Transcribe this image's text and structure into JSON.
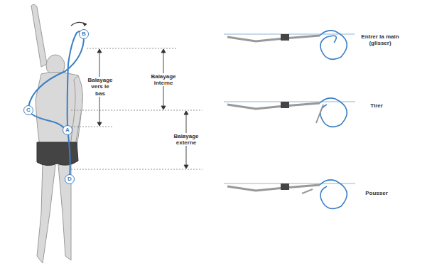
{
  "diagram": {
    "nodes": [
      {
        "text": [
          "B"
        ]
      },
      {
        "text": [
          "C"
        ]
      },
      {
        "text": [
          "A"
        ]
      },
      {
        "text": [
          "D"
        ]
      }
    ],
    "labels": [
      "Balayage vers le bas",
      "Balayage interne",
      "Balayage externe",
      "Entrer la main (glisser)",
      "Tirer",
      "Pousser"
    ]
  }
}
